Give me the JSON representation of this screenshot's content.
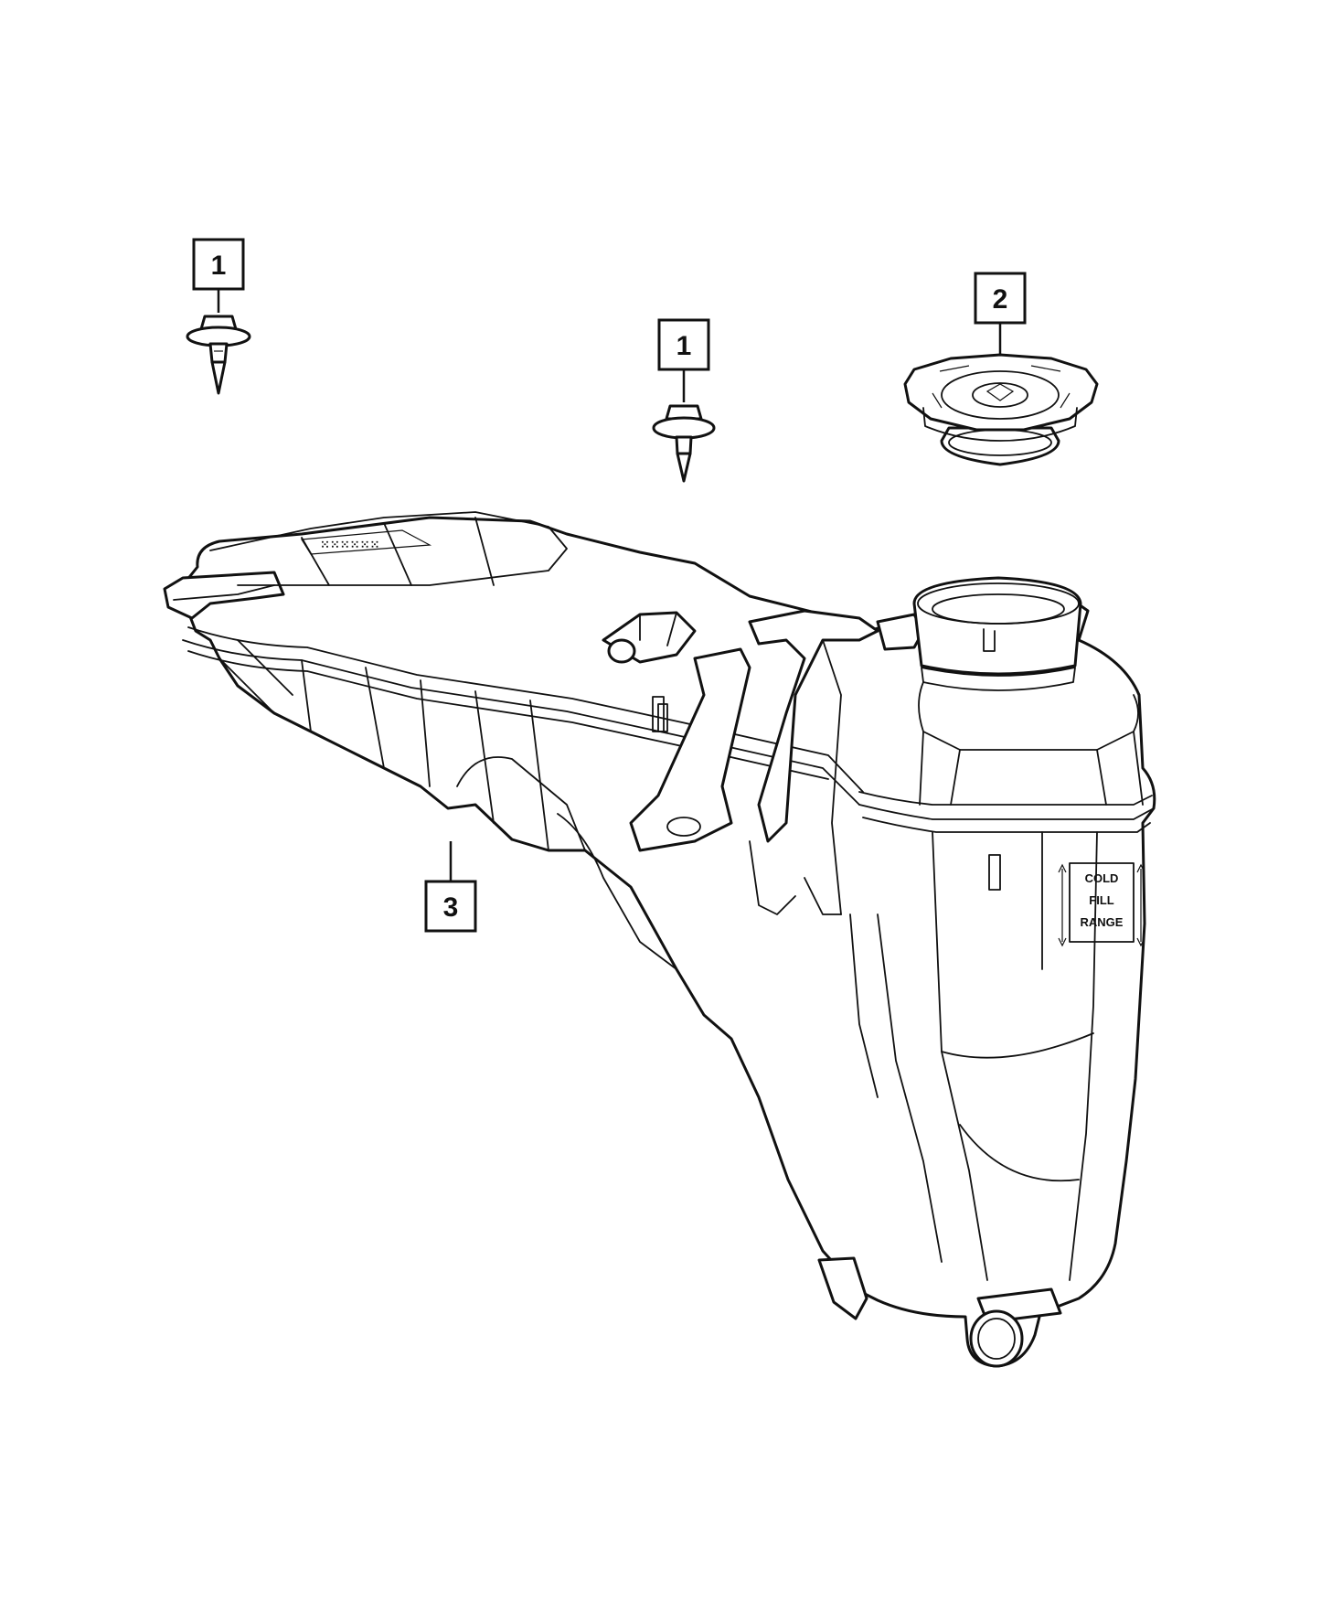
{
  "callouts": [
    {
      "id": "c1a",
      "label": "1"
    },
    {
      "id": "c1b",
      "label": "1"
    },
    {
      "id": "c2",
      "label": "2"
    },
    {
      "id": "c3",
      "label": "3"
    }
  ],
  "tank_label": {
    "line1": "COLD",
    "line2": "FILL",
    "line3": "RANGE"
  },
  "colors": {
    "line": "#111111",
    "background": "#ffffff"
  }
}
